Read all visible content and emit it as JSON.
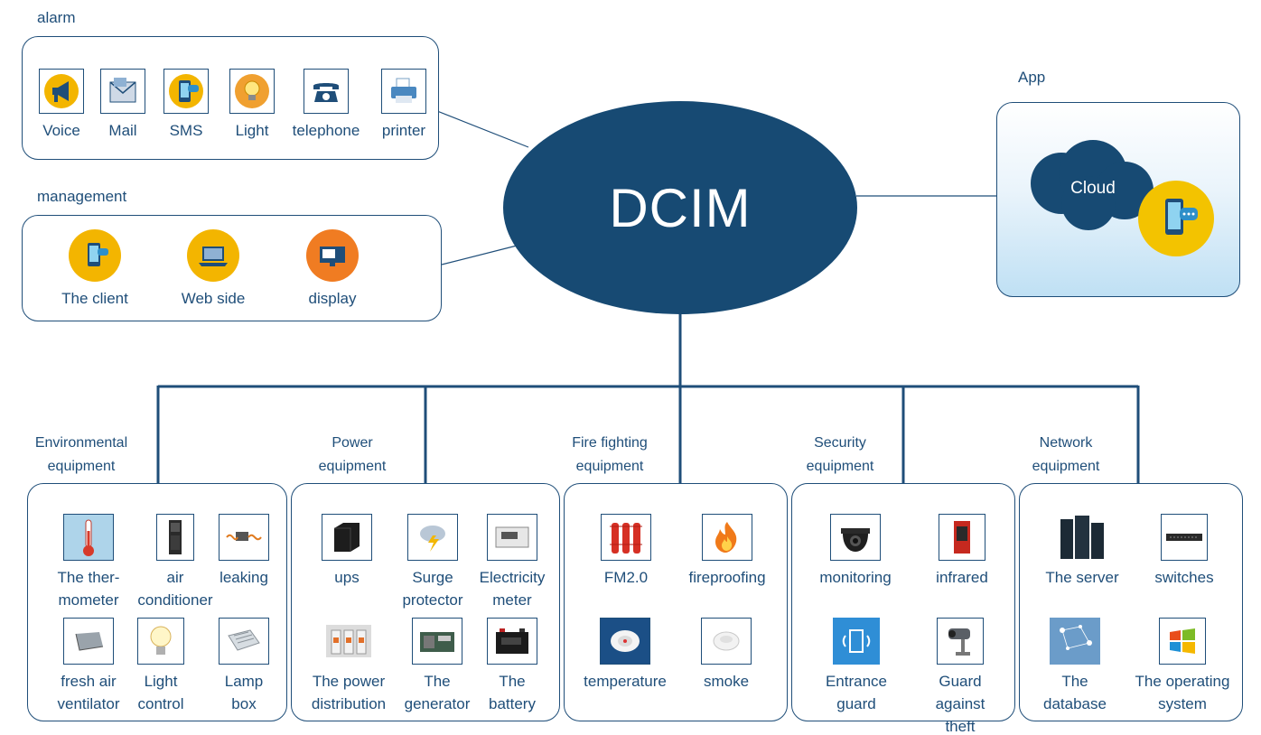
{
  "center": {
    "label": "DCIM"
  },
  "alarm": {
    "title": "alarm",
    "items": [
      {
        "label": "Voice",
        "icon": "megaphone-icon"
      },
      {
        "label": "Mail",
        "icon": "mail-icon"
      },
      {
        "label": "SMS",
        "icon": "phone-message-icon"
      },
      {
        "label": "Light",
        "icon": "bulb-icon"
      },
      {
        "label": "telephone",
        "icon": "telephone-icon"
      },
      {
        "label": "printer",
        "icon": "printer-icon"
      }
    ]
  },
  "management": {
    "title": "management",
    "items": [
      {
        "label": "The client",
        "icon": "phone-message-icon"
      },
      {
        "label": "Web side",
        "icon": "laptop-icon"
      },
      {
        "label": "display",
        "icon": "display-icon"
      }
    ]
  },
  "app": {
    "title": "App",
    "cloud_label": "Cloud"
  },
  "categories": [
    {
      "title": "Environmental\nequipment",
      "items": [
        {
          "label": "The ther-\nmometer",
          "icon": "thermometer-icon"
        },
        {
          "label": "air\nconditioner",
          "icon": "air-conditioner-icon"
        },
        {
          "label": "leaking",
          "icon": "leak-sensor-icon"
        },
        {
          "label": "fresh air\nventilator",
          "icon": "ventilator-icon"
        },
        {
          "label": "Light\ncontrol",
          "icon": "bulb-icon"
        },
        {
          "label": "Lamp\nbox",
          "icon": "lamp-box-icon"
        }
      ]
    },
    {
      "title": "Power\nequipment",
      "items": [
        {
          "label": "ups",
          "icon": "ups-icon"
        },
        {
          "label": "Surge\nprotector",
          "icon": "surge-protector-icon"
        },
        {
          "label": "Electricity\nmeter",
          "icon": "meter-icon"
        },
        {
          "label": "The power\ndistribution",
          "icon": "breaker-icon"
        },
        {
          "label": "The\ngenerator",
          "icon": "generator-icon"
        },
        {
          "label": "The\nbattery",
          "icon": "battery-icon"
        }
      ]
    },
    {
      "title": "Fire fighting\nequipment",
      "items": [
        {
          "label": "FM2.0",
          "icon": "fire-cylinders-icon"
        },
        {
          "label": "fireproofing",
          "icon": "fire-icon"
        },
        {
          "label": "temperature",
          "icon": "temperature-detector-icon"
        },
        {
          "label": "smoke",
          "icon": "smoke-detector-icon"
        }
      ]
    },
    {
      "title": "Security\nequipment",
      "items": [
        {
          "label": "monitoring",
          "icon": "dome-camera-icon"
        },
        {
          "label": "infrared",
          "icon": "infrared-sensor-icon"
        },
        {
          "label": "Entrance\nguard",
          "icon": "access-control-icon"
        },
        {
          "label": "Guard\nagainst\ntheft",
          "icon": "bullet-camera-icon"
        }
      ]
    },
    {
      "title": "Network\nequipment",
      "items": [
        {
          "label": "The server",
          "icon": "server-icon"
        },
        {
          "label": "switches",
          "icon": "switch-icon"
        },
        {
          "label": "The\ndatabase",
          "icon": "database-icon"
        },
        {
          "label": "The operating\nsystem",
          "icon": "windows-icon"
        }
      ]
    }
  ]
}
